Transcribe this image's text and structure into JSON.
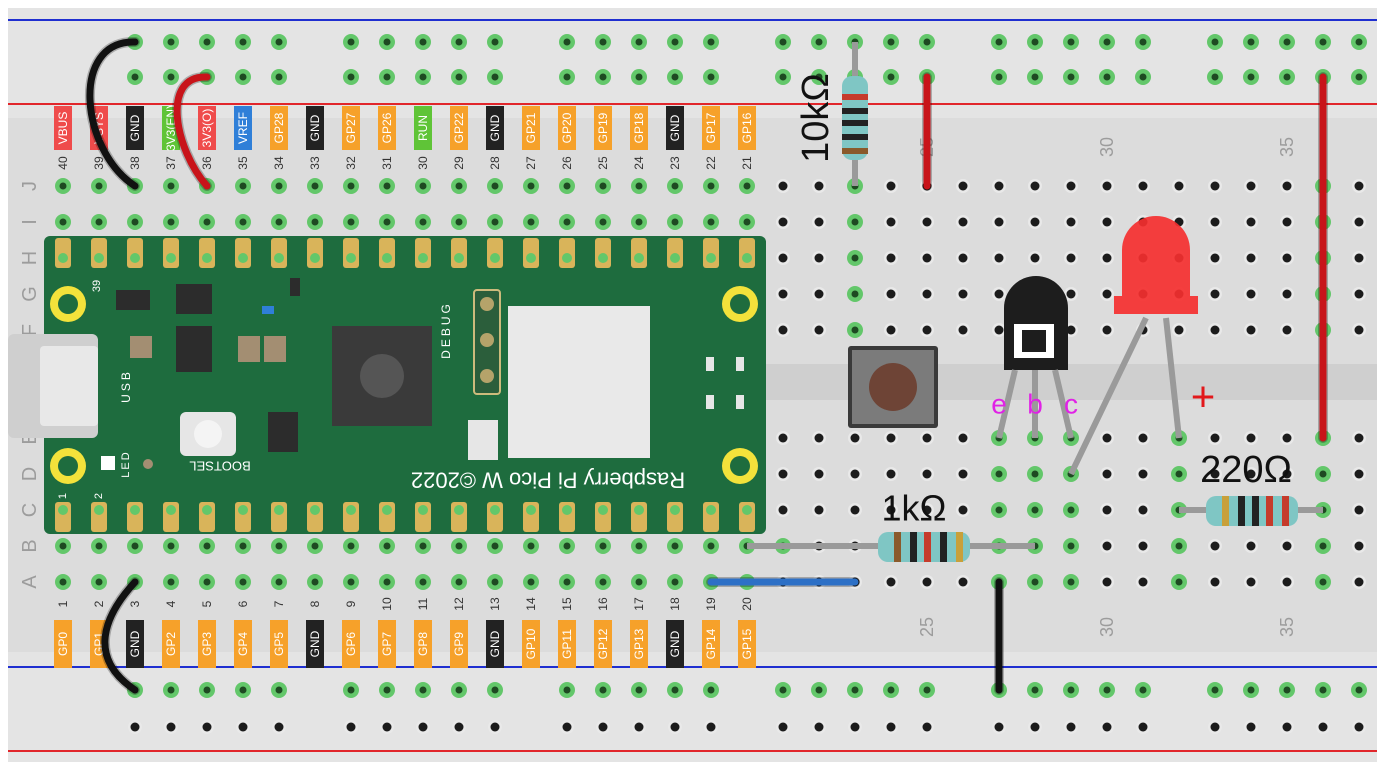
{
  "colors": {
    "board_bg": "#dcdcdc",
    "rail_blue": "#1f2fd0",
    "rail_red": "#e1262b",
    "pico_green": "#1e6c3e",
    "hole_dark": "#1c1c1c",
    "hole_green": "#63c76a",
    "label_orange": "#f6a12a",
    "label_red": "#ef4b4b",
    "label_black": "#222222",
    "label_lime": "#5fc437",
    "label_blue": "#2f7fd8",
    "mounting_yellow": "#f3e23b",
    "led_red": "#f42f2f",
    "wire_black": "#111111",
    "wire_red": "#c8141a",
    "wire_blue": "#2d70c6",
    "wire_grey": "#9a9a9a",
    "pin_label_magenta": "#e022e6",
    "plus_red": "#e2181b"
  },
  "breadboard": {
    "row_letters": [
      "J",
      "I",
      "H",
      "G",
      "F",
      "E",
      "D",
      "C",
      "B",
      "A"
    ],
    "column_marks": [
      "25",
      "30",
      "35"
    ]
  },
  "pico": {
    "top_pin_numbers": [
      "40",
      "39",
      "38",
      "37",
      "36",
      "35",
      "34",
      "33",
      "32",
      "31",
      "30",
      "29",
      "28",
      "27",
      "26",
      "25",
      "24",
      "23",
      "22",
      "21"
    ],
    "top_pin_labels": [
      {
        "text": "VBUS",
        "kind": "red"
      },
      {
        "text": "VSYS",
        "kind": "red"
      },
      {
        "text": "GND",
        "kind": "black"
      },
      {
        "text": "3V3(EN)",
        "kind": "lime"
      },
      {
        "text": "3V3(O)",
        "kind": "red"
      },
      {
        "text": "VREF",
        "kind": "blue"
      },
      {
        "text": "GP28",
        "kind": "orange"
      },
      {
        "text": "GND",
        "kind": "black"
      },
      {
        "text": "GP27",
        "kind": "orange"
      },
      {
        "text": "GP26",
        "kind": "orange"
      },
      {
        "text": "RUN",
        "kind": "lime"
      },
      {
        "text": "GP22",
        "kind": "orange"
      },
      {
        "text": "GND",
        "kind": "black"
      },
      {
        "text": "GP21",
        "kind": "orange"
      },
      {
        "text": "GP20",
        "kind": "orange"
      },
      {
        "text": "GP19",
        "kind": "orange"
      },
      {
        "text": "GP18",
        "kind": "orange"
      },
      {
        "text": "GND",
        "kind": "black"
      },
      {
        "text": "GP17",
        "kind": "orange"
      },
      {
        "text": "GP16",
        "kind": "orange"
      }
    ],
    "bottom_pin_numbers": [
      "1",
      "2",
      "3",
      "4",
      "5",
      "6",
      "7",
      "8",
      "9",
      "10",
      "11",
      "12",
      "13",
      "14",
      "15",
      "16",
      "17",
      "18",
      "19",
      "20"
    ],
    "bottom_pin_labels": [
      {
        "text": "GP0",
        "kind": "orange"
      },
      {
        "text": "GP1",
        "kind": "orange"
      },
      {
        "text": "GND",
        "kind": "black"
      },
      {
        "text": "GP2",
        "kind": "orange"
      },
      {
        "text": "GP3",
        "kind": "orange"
      },
      {
        "text": "GP4",
        "kind": "orange"
      },
      {
        "text": "GP5",
        "kind": "orange"
      },
      {
        "text": "GND",
        "kind": "black"
      },
      {
        "text": "GP6",
        "kind": "orange"
      },
      {
        "text": "GP7",
        "kind": "orange"
      },
      {
        "text": "GP8",
        "kind": "orange"
      },
      {
        "text": "GP9",
        "kind": "orange"
      },
      {
        "text": "GND",
        "kind": "black"
      },
      {
        "text": "GP10",
        "kind": "orange"
      },
      {
        "text": "GP11",
        "kind": "orange"
      },
      {
        "text": "GP12",
        "kind": "orange"
      },
      {
        "text": "GP13",
        "kind": "orange"
      },
      {
        "text": "GND",
        "kind": "black"
      },
      {
        "text": "GP14",
        "kind": "orange"
      },
      {
        "text": "GP15",
        "kind": "orange"
      }
    ],
    "silkscreen": {
      "model": "Raspberry Pi Pico W ©2022",
      "bootsel": "BOOTSEL",
      "debug": "DEBUG",
      "usb": "USB",
      "led": "LED",
      "pin_39": "39",
      "pin_1": "1",
      "pin_2": "2"
    }
  },
  "components": {
    "resistor_top_label": "10kΩ",
    "resistor_mid_label": "1kΩ",
    "resistor_right_label": "220Ω",
    "transistor_pins": [
      "e",
      "b",
      "c"
    ],
    "led_plus": "+"
  }
}
